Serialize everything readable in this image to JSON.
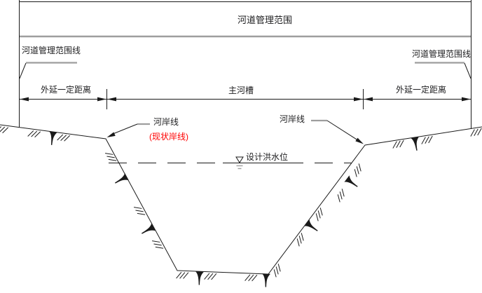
{
  "diagram": {
    "title": "河道管理范围",
    "boundary": {
      "left_label": "河道管理范围线",
      "right_label": "河道管理范围线"
    },
    "dimensions": {
      "left": "外延一定距离",
      "center": "主河槽",
      "right": "外延一定距离"
    },
    "banklines": {
      "left": "河岸线",
      "left_note": "(现状岸线)",
      "right": "河岸线"
    },
    "water": {
      "flood_label": "设计洪水位",
      "symbol": "▽"
    },
    "colors": {
      "line": "#1a1a1a",
      "thick_gray": "#9e9e9e",
      "note_red": "#ff0000"
    }
  }
}
